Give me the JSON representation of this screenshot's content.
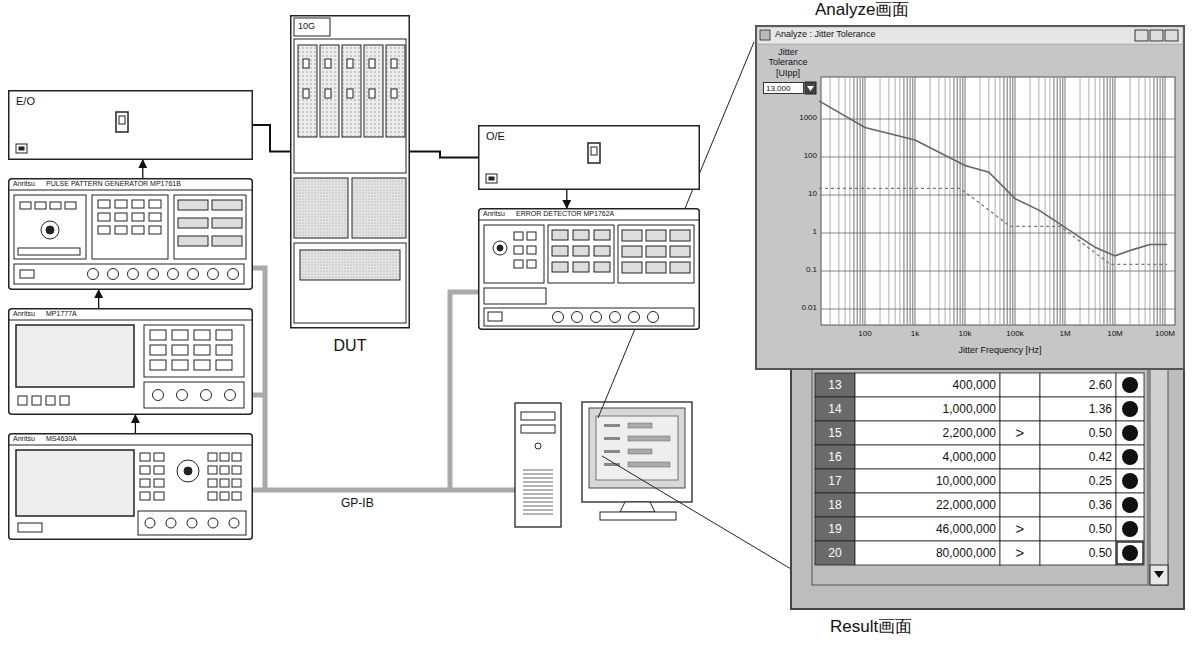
{
  "diagram": {
    "nodes": [
      {
        "text": [
          "E/O"
        ]
      },
      {
        "text": [
          "Anritsu",
          "PULSE PATTERN GENERATOR MP1761B"
        ]
      },
      {
        "text": [
          "Anritsu",
          "MP1777A"
        ]
      },
      {
        "text": [
          "Anritsu",
          "MS4630A"
        ]
      },
      {
        "text": [
          "10G",
          "DUT"
        ]
      },
      {
        "text": [
          "O/E"
        ]
      },
      {
        "text": [
          "Anritsu",
          "ERROR DETECTOR MP1762A"
        ]
      },
      {
        "text": [
          "Analyze画面",
          "Analyze : Jitter Tolerance"
        ]
      },
      {
        "text": [
          "Result画面"
        ]
      }
    ],
    "edges": [
      {
        "from": 0,
        "to": 4,
        "arrow": "none"
      },
      {
        "from": 4,
        "to": 5,
        "arrow": "none"
      },
      {
        "from": 1,
        "to": 0,
        "arrow": "to"
      },
      {
        "from": 2,
        "to": 1,
        "arrow": "to"
      },
      {
        "from": 3,
        "to": 2,
        "arrow": "to"
      },
      {
        "from": 5,
        "to": 6,
        "arrow": "to"
      }
    ],
    "labels": [
      "GP-IB",
      "Jitter Tolerance [UIpp]",
      "13.000",
      "1000",
      "100",
      "10",
      "1",
      "0.1",
      "0.01",
      "100",
      "1k",
      "10k",
      "100k",
      "1M",
      "10M",
      "100M",
      "Jitter Frequency [Hz]",
      "13",
      "400,000",
      "2.60",
      "14",
      "1,000,000",
      "1.36",
      "15",
      "2,200,000",
      ">",
      "0.50",
      "16",
      "4,000,000",
      "0.42",
      "17",
      "10,000,000",
      "0.25",
      "18",
      "22,000,000",
      "0.36",
      "19",
      "46,000,000",
      ">",
      "0.50",
      "20",
      "80,000,000",
      ">",
      "0.50"
    ]
  }
}
